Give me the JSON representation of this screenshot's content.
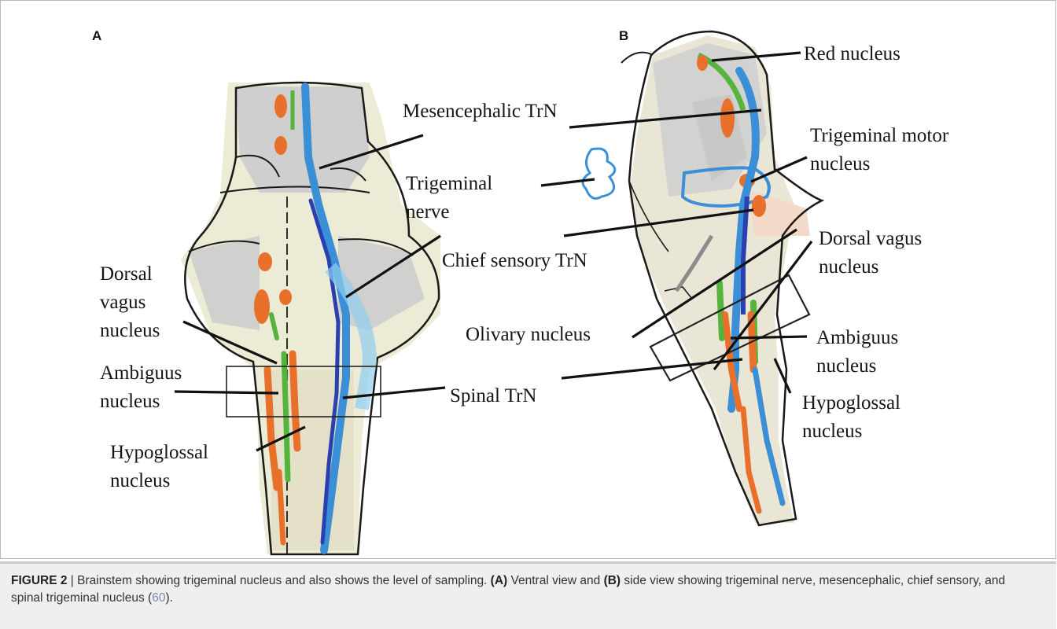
{
  "panels": {
    "a": {
      "letter": "A"
    },
    "b": {
      "letter": "B"
    }
  },
  "labels": {
    "red_nucleus": "Red nucleus",
    "mesencephalic": "Mesencephalic TrN",
    "trig_motor_1": "Trigeminal motor",
    "trig_motor_2": "nucleus",
    "trig_nerve_1": "Trigeminal",
    "trig_nerve_2": "nerve",
    "chief_sensory": "Chief sensory TrN",
    "dorsal_vagus_a_1": "Dorsal",
    "dorsal_vagus_a_2": "vagus",
    "dorsal_vagus_a_3": "nucleus",
    "dorsal_vagus_b_1": "Dorsal vagus",
    "dorsal_vagus_b_2": "nucleus",
    "olivary": "Olivary nucleus",
    "ambiguus_a_1": "Ambiguus",
    "ambiguus_a_2": "nucleus",
    "ambiguus_b_1": "Ambiguus",
    "ambiguus_b_2": "nucleus",
    "spinal": "Spinal TrN",
    "hypoglossal_a_1": "Hypoglossal",
    "hypoglossal_a_2": "nucleus",
    "hypoglossal_b_1": "Hypoglossal",
    "hypoglossal_b_2": "nucleus"
  },
  "caption": {
    "figure_label": "FIGURE 2",
    "separator": " | ",
    "text1": "Brainstem showing trigeminal nucleus and also shows the level of sampling. ",
    "a_ref": "(A)",
    "text2": " Ventral view and ",
    "b_ref": "(B)",
    "text3": " side view showing trigeminal nerve, mesencephalic, chief sensory, and spinal trigeminal nucleus (",
    "citation": "60",
    "text4": ")."
  },
  "colors": {
    "caption_background": "#efefef",
    "spinal_trn": "#3a8fd6",
    "nucleus_orange": "#e8702a",
    "nucleus_green": "#55b43c",
    "motor_blue": "#2a3fb0"
  }
}
